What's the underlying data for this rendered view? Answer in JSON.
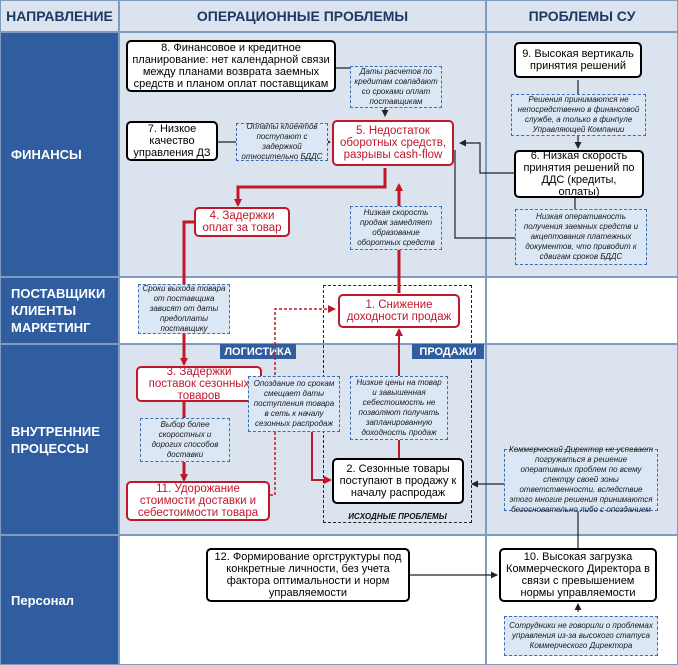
{
  "header": {
    "direction": "НАПРАВЛЕНИЕ",
    "operational": "ОПЕРАЦИОННЫЕ ПРОБЛЕМЫ",
    "control": "ПРОБЛЕМЫ СУ"
  },
  "rows": {
    "finance": "ФИНАНСЫ",
    "suppliers": "ПОСТАВЩИКИ\nКЛИЕНТЫ\nМАРКЕТИНГ",
    "internal": "ВНУТРЕННИЕ\nПРОЦЕССЫ",
    "personnel": "Персонал"
  },
  "boxes": {
    "b8": "8. Финансовое и кредитное планирование: нет календарной связи между планами возврата заемных средств и планом оплат поставщикам",
    "b7": "7. Низкое качество управления ДЗ",
    "b5": "5. Недостаток оборотных средств, разрывы cash-flow",
    "b4": "4. Задержки оплат за товар",
    "b1": "1. Снижение доходности продаж",
    "b3": "3. Задержки поставок сезонных товаров",
    "b11": "11. Удорожание стоимости доставки и себестоимости товара",
    "b2": "2. Сезонные товары поступают в продажу к началу распродаж",
    "b12": "12. Формирование оргструктуры под конкретные личности, без учета фактора оптимальности и норм управляемости",
    "b9": "9. Высокая вертикаль принятия решений",
    "b6": "6. Низкая скорость принятия решений по ДДС (кредиты, оплаты)",
    "b10": "10. Высокая загрузка Коммерческого Директора в связи с превышением нормы управляемости"
  },
  "notes": {
    "n_dates": "Даты расчетов по кредитам совпадают со сроками оплат поставщикам",
    "n_payments": "Оплаты клиентов поступают с задержкой относительно БДДС",
    "n_speed": "Низкая скорость продаж замедляет образование оборотных средств",
    "n_supplier": "Сроки выхода товара от поставщика зависят от даты предоплаты поставщику",
    "n_choice": "Выбор более скоростных и дорогих способов доставки",
    "n_delay": "Опоздание по срокам смещает даты поступления товара в сеть к началу сезонных распродаж",
    "n_prices": "Низкие цены на товар и завышенная себестоимость не позволяют получать запланированную доходность продаж",
    "n_decisions": "Решения принимаются не непосредственно в финансовой службе, а только в финпуле Управляющей Компании",
    "n_low": "Низкая оперативность получения заемных средств и акцептования платежных документов, что приводит к сдвигам сроков БДДС",
    "n_cd": "Коммерческий Директор не успевает погружаться в решение оперативных проблем по всему спектру своей зоны ответственности, вследствие этого многие решения принимаются безосновательно либо с опозданием",
    "n_staff": "Сотрудники не говорили о проблемах управления из-за высокого статуса Коммерческого Директора"
  },
  "tags": {
    "logistics": "ЛОГИСТИКА",
    "sales": "ПРОДАЖИ",
    "initial": "ИСХОДНЫЕ ПРОБЛЕМЫ"
  },
  "colors": {
    "accent_red": "#c0182a",
    "header_blue": "#2f5da0",
    "band_light": "#dbe4ee"
  }
}
